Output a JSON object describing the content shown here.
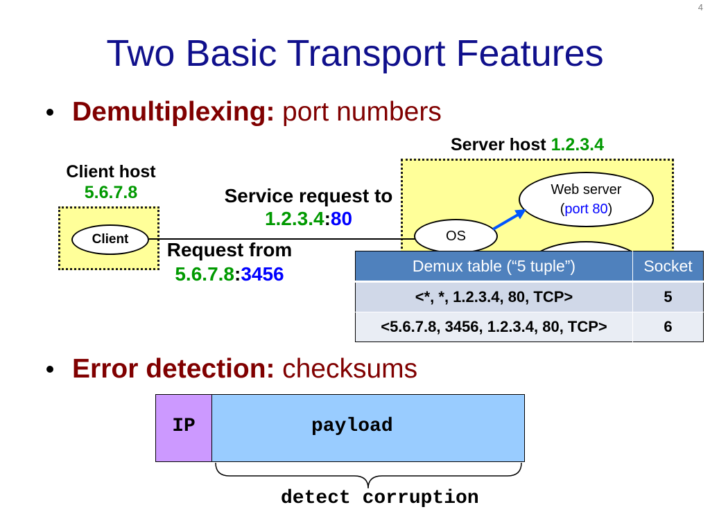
{
  "slide": {
    "page_number": "4",
    "title": "Two Basic Transport Features",
    "bullets": [
      {
        "term": "Demultiplexing:",
        "text": "port numbers"
      },
      {
        "term": "Error detection:",
        "text": "checksums"
      }
    ]
  },
  "demux_diagram": {
    "server_host": {
      "label": "Server host",
      "ip": "1.2.3.4"
    },
    "client_host": {
      "label": "Client host",
      "ip": "5.6.7.8"
    },
    "client_process": "Client",
    "os": "OS",
    "web_server": {
      "label": "Web server",
      "open": "(",
      "port": "port 80",
      "close": ")"
    },
    "service_request": {
      "label": "Service request to",
      "ip": "1.2.3.4",
      "separator": ":",
      "port": "80"
    },
    "request_from": {
      "label": "Request from",
      "ip": "5.6.7.8",
      "separator": ":",
      "port": "3456"
    },
    "demux_table": {
      "headers": [
        "Demux table (“5 tuple”)",
        "Socket"
      ],
      "rows": [
        {
          "tuple": "<*, *, 1.2.3.4, 80, TCP>",
          "socket": "5"
        },
        {
          "tuple": "<5.6.7.8, 3456, 1.2.3.4, 80, TCP>",
          "socket": "6"
        }
      ]
    }
  },
  "checksum_diagram": {
    "header": "IP",
    "payload": "payload",
    "brace_label": "detect corruption"
  },
  "colors": {
    "title": "#10108c",
    "bullet_text": "#800000",
    "ip_address": "#009900",
    "port": "#0000ff",
    "host_box_fill": "#ffff99",
    "table_header": "#4f81bd",
    "table_row_1": "#d0d8e8",
    "table_row_2": "#e9edf4",
    "ip_header_fill": "#cc99ff",
    "payload_fill": "#99ccff",
    "demux_arrow": "#0055ff"
  }
}
